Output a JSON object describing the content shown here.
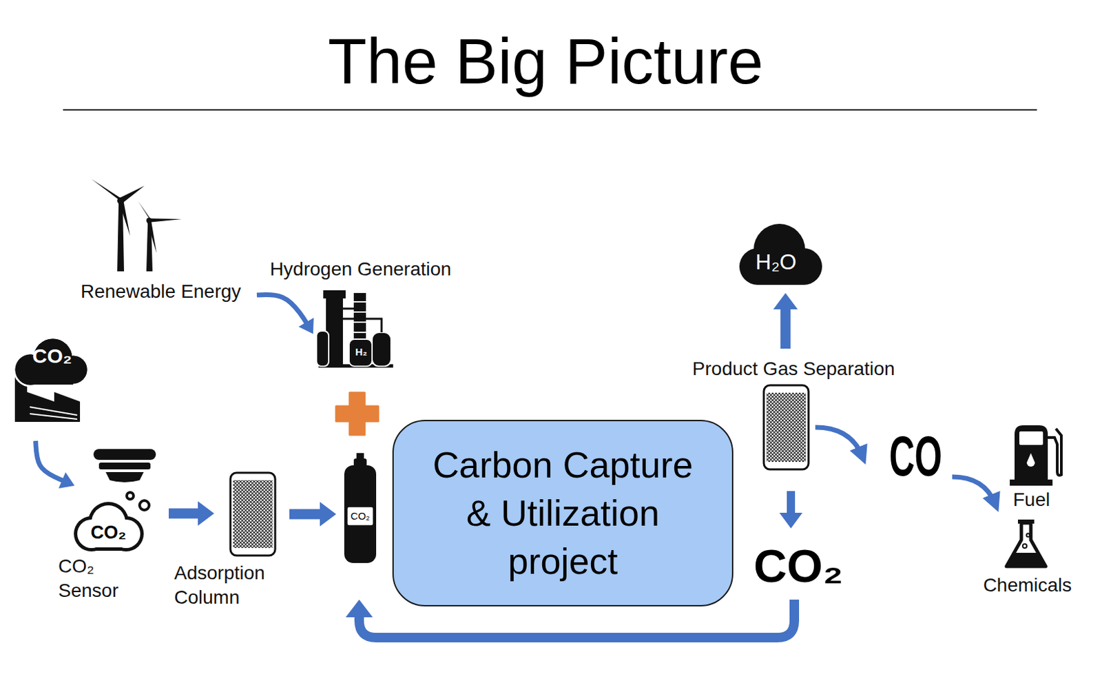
{
  "diagram": {
    "title": "The Big Picture",
    "nodes": [
      {
        "text": [
          "Renewable Energy"
        ]
      },
      {
        "text": [
          "Hydrogen Generation",
          "H₂"
        ]
      },
      {
        "text": [
          "CO₂"
        ]
      },
      {
        "text": [
          "CO₂",
          "CO₂ Sensor"
        ]
      },
      {
        "text": [
          "Adsorption Column"
        ]
      },
      {
        "text": [
          "CO₂"
        ]
      },
      {
        "text": [
          "Carbon Capture & Utilization project"
        ]
      },
      {
        "text": [
          "H₂O"
        ]
      },
      {
        "text": [
          "Product Gas Separation"
        ]
      },
      {
        "text": [
          "Fuel"
        ]
      },
      {
        "text": [
          "Chemicals"
        ]
      }
    ],
    "edges": [
      {
        "from": 0,
        "to": 1,
        "arrow": "to"
      },
      {
        "from": 2,
        "to": 3,
        "arrow": "to"
      },
      {
        "from": 3,
        "to": 4,
        "arrow": "to"
      },
      {
        "from": 4,
        "to": 5,
        "arrow": "to"
      },
      {
        "from": 8,
        "to": 7,
        "arrow": "to"
      }
    ],
    "labels": [
      "CO",
      "CO₂"
    ]
  }
}
